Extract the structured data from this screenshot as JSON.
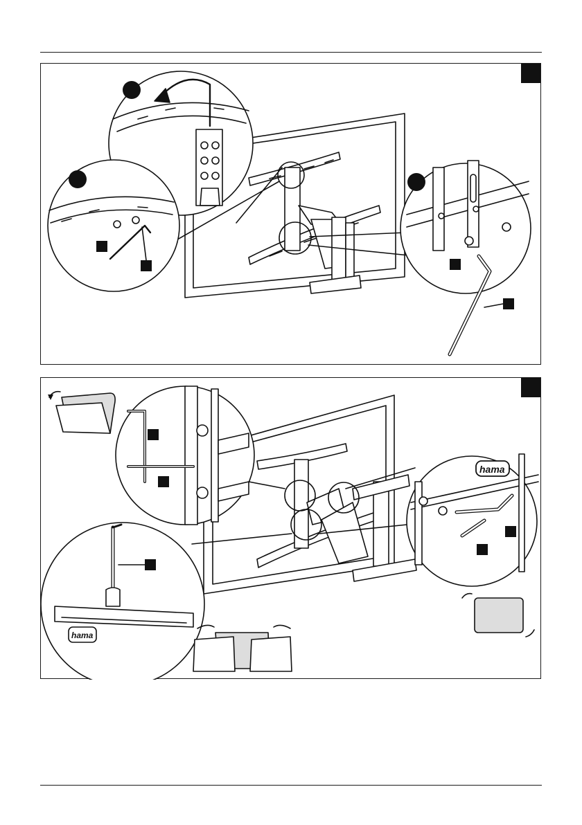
{
  "page": {
    "header_rule": true,
    "footer_rule": true
  },
  "panels": [
    {
      "name": "step-panel-1",
      "step_marker_icon": "black-square-icon"
    },
    {
      "name": "step-panel-2",
      "step_marker_icon": "black-square-icon"
    }
  ],
  "brand": {
    "logo_text": "hama",
    "colors": {
      "ink": "#111111",
      "fill_gray": "#dddddd",
      "background": "#ffffff"
    }
  }
}
